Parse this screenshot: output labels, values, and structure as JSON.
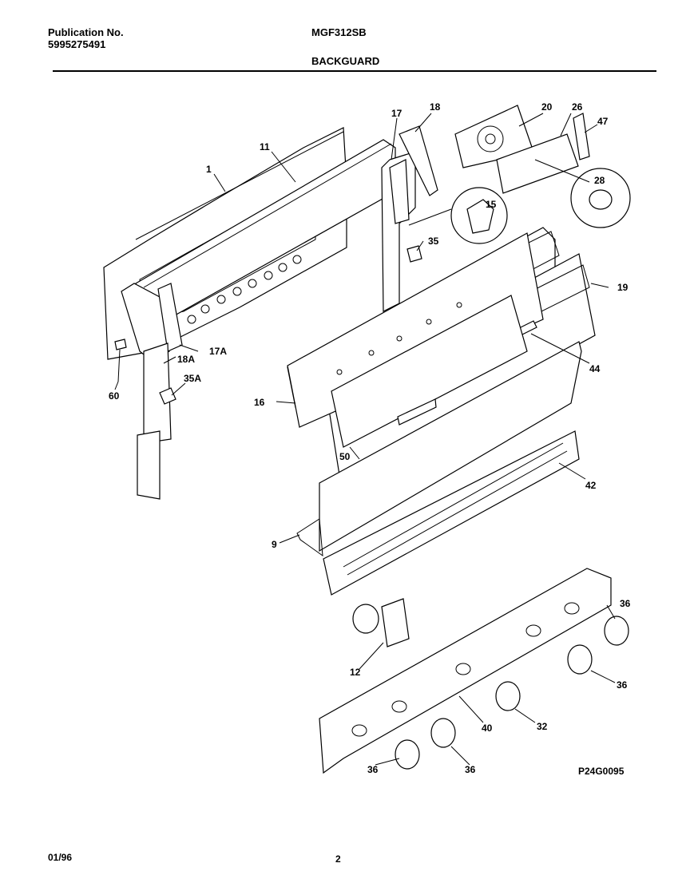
{
  "header": {
    "pub_label": "Publication No.",
    "pub_number": "5995275491",
    "model": "MGF312SB",
    "section": "BACKGUARD"
  },
  "footer": {
    "date": "01/96",
    "page": "2"
  },
  "diagram_code": "P24G0095",
  "callouts": {
    "c1": "1",
    "c11": "11",
    "c17": "17",
    "c18": "18",
    "c20": "20",
    "c26": "26",
    "c47": "47",
    "c28": "28",
    "c15": "15",
    "c35": "35",
    "c19": "19",
    "c18a": "18A",
    "c17a": "17A",
    "c35a": "35A",
    "c60": "60",
    "c16": "16",
    "c44": "44",
    "c50": "50",
    "c42": "42",
    "c9": "9",
    "c36a": "36",
    "c36b": "36",
    "c36c": "36",
    "c36d": "36",
    "c12": "12",
    "c32": "32",
    "c40": "40"
  }
}
